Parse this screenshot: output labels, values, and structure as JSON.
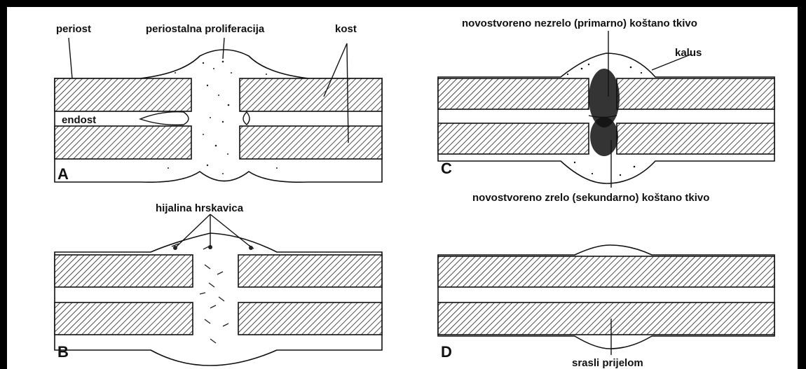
{
  "panels": {
    "A": {
      "letter": "A",
      "labels": {
        "periost": "periost",
        "proliferation": "periostalna proliferacija",
        "bone": "kost",
        "endost": "endost"
      }
    },
    "B": {
      "letter": "B",
      "labels": {
        "cartilage": "hijalina hrskavica"
      }
    },
    "C": {
      "letter": "C",
      "labels": {
        "primary_bone": "novostvoreno nezrelo (primarno) koštano tkivo",
        "callus": "kalus",
        "secondary_bone": "novostvoreno zrelo (sekundarno) koštano tkivo"
      }
    },
    "D": {
      "letter": "D",
      "labels": {
        "healed": "srasli prijelom"
      }
    }
  },
  "colors": {
    "border": "#000000",
    "background": "#ffffff",
    "ink": "#111111"
  }
}
